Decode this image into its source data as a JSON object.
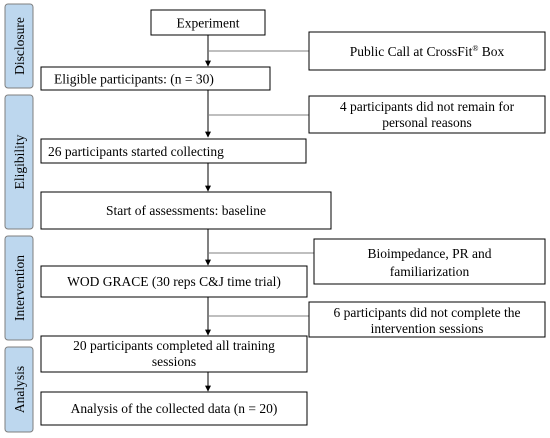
{
  "phases": [
    {
      "label": "Disclosure"
    },
    {
      "label": "Eligibility"
    },
    {
      "label": "Intervention"
    },
    {
      "label": "Analysis"
    }
  ],
  "main_steps": [
    {
      "lines": [
        "Experiment"
      ]
    },
    {
      "lines": [
        "Eligible participants: (n = 30)"
      ]
    },
    {
      "lines": [
        "26 participants started collecting"
      ]
    },
    {
      "lines": [
        "Start of assessments: baseline"
      ]
    },
    {
      "lines": [
        "WOD GRACE (30 reps C&J time trial)"
      ]
    },
    {
      "lines": [
        "20 participants completed all training",
        "sessions"
      ]
    },
    {
      "lines": [
        "Analysis of the collected data (n = 20)"
      ]
    }
  ],
  "side_notes": [
    {
      "text": "Public Call at CrossFit",
      "superscript": "®",
      "suffix": " Box"
    },
    {
      "lines": [
        "4 participants did not remain for",
        "personal reasons"
      ]
    },
    {
      "lines": [
        "Bioimpedance, PR and",
        "familiarization"
      ]
    },
    {
      "lines": [
        "6 participants did not complete the",
        "intervention sessions"
      ]
    }
  ],
  "colors": {
    "phase_fill": "#bdd7ee",
    "phase_stroke": "#7f7f7f",
    "box_stroke": "#000000",
    "line": "#000000",
    "side_line": "#7f7f7f"
  }
}
